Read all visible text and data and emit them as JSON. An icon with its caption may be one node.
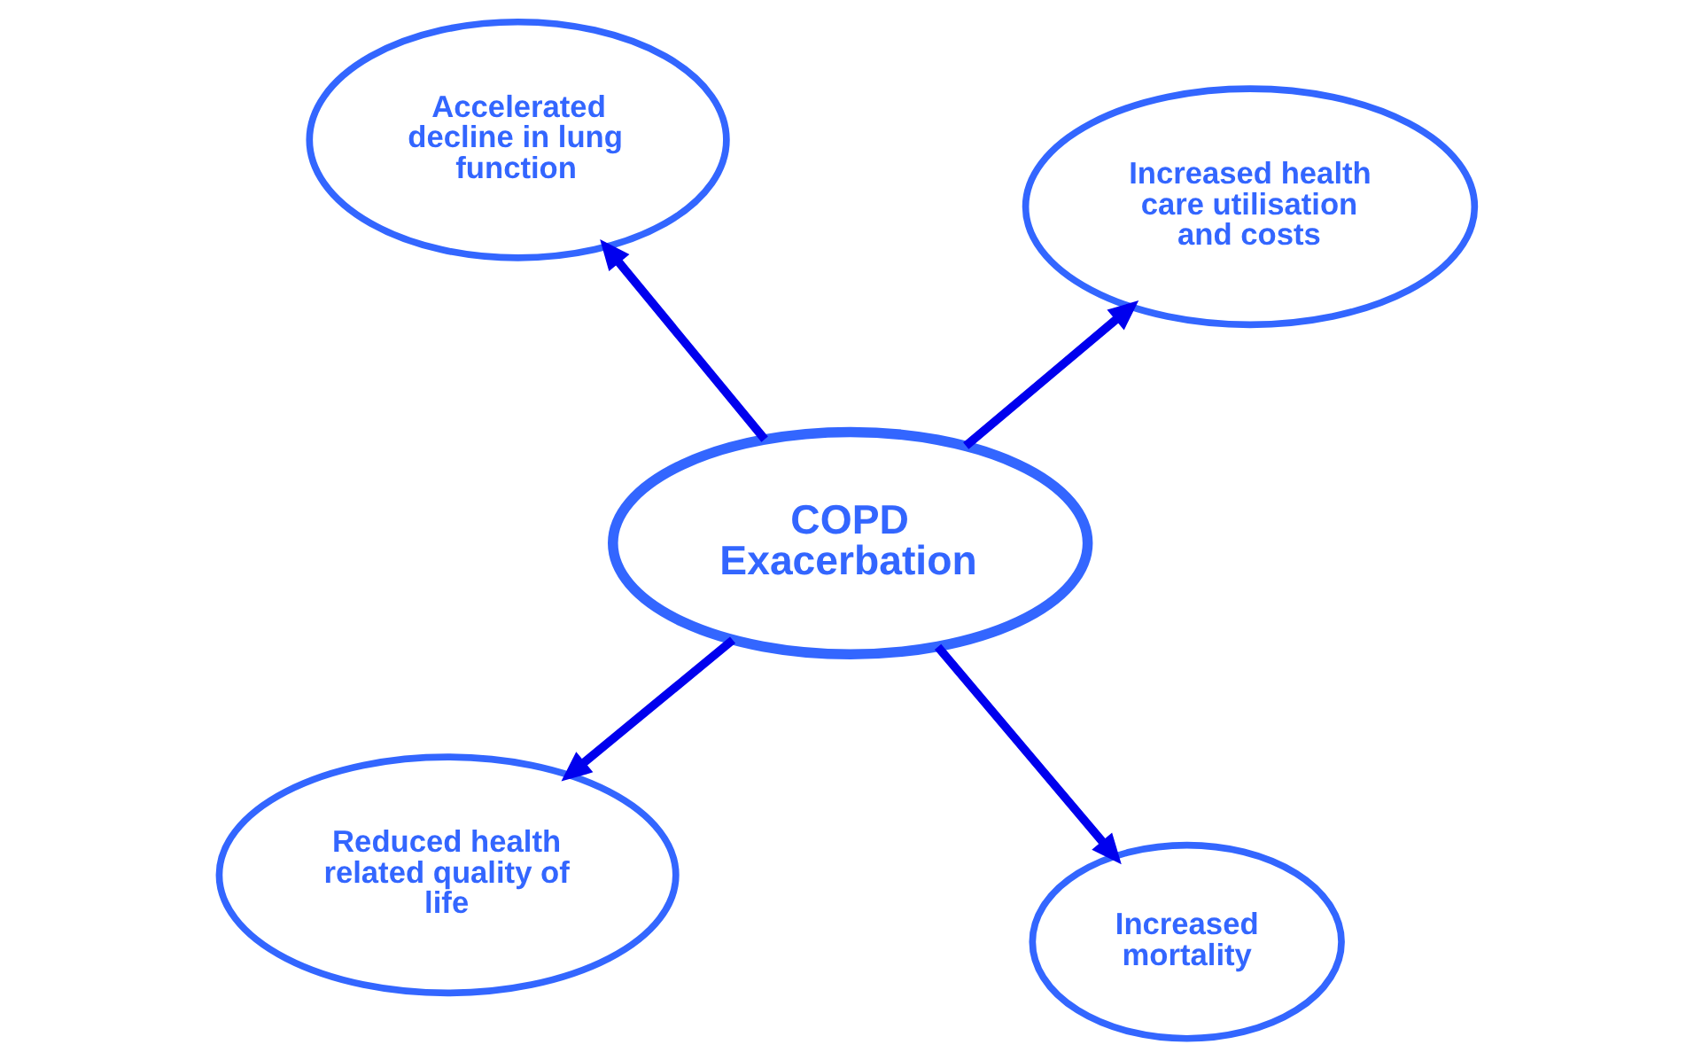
{
  "diagram": {
    "nodes": [
      {
        "text": [
          "Reduced health related quality of life"
        ]
      },
      {
        "text": [
          "Increased mortality"
        ]
      },
      {
        "text": [
          "COPD Exacerbation"
        ]
      },
      {
        "text": [
          "Accelerated decline in lung function"
        ]
      },
      {
        "text": [
          "Increased health care utilisation and costs"
        ]
      }
    ],
    "edges": [
      {
        "from": 2,
        "to": 0,
        "arrow": "to"
      },
      {
        "from": 2,
        "to": 1,
        "arrow": "to"
      },
      {
        "from": 2,
        "to": 3,
        "arrow": "to"
      },
      {
        "from": 2,
        "to": 4,
        "arrow": "to"
      }
    ]
  }
}
